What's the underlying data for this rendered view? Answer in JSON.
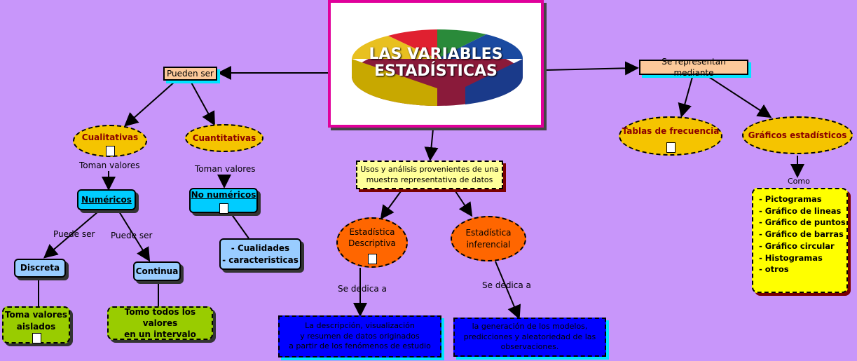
{
  "title": {
    "line1": "LAS VARIABLES",
    "line2": "ESTADÍSTICAS"
  },
  "links": {
    "pueden_ser": "Pueden ser",
    "se_representan": "Se representan mediante",
    "toman_valores": "Toman valores",
    "puede_ser": "Puede ser",
    "se_dedica": "Se dedica a",
    "como": "Como"
  },
  "nodes": {
    "cualitativas": "Cualitativas",
    "cuantitativas": "Cuantitativas",
    "numericos": "Numéricos",
    "no_numericos": "No numéricos",
    "cualidades": [
      "- Cualidades",
      "- caracteristicas"
    ],
    "discreta": "Discreta",
    "continua": "Continua",
    "aislados": [
      "Toma valores",
      "aislados"
    ],
    "intervalo": [
      "Tomo todos los valores",
      "en un intervalo"
    ],
    "usos": [
      "Usos y análisis provenientes de una",
      "muestra representativa de datos"
    ],
    "descriptiva": [
      "Estadística",
      "Descriptiva"
    ],
    "inferencial": [
      "Estadística",
      "inferencial"
    ],
    "desc_text": [
      "La descripción, visualización",
      "y resumen de datos originados",
      "a partir de los fenómenos de estudio"
    ],
    "inf_text": [
      "la generación de los modelos,",
      "predicciones y aleatoriedad de las",
      "observaciones."
    ],
    "tablas": "Tablas de frecuencia",
    "graficos": "Gráficos estadísticos",
    "lista": [
      "- Pictogramas",
      "- Gráfico de lineas",
      "- Gráfico de puntos",
      "- Gráfico de barras",
      "- Gráfico circular",
      "- Histogramas",
      "- otros"
    ]
  },
  "doc_icon": "📄"
}
